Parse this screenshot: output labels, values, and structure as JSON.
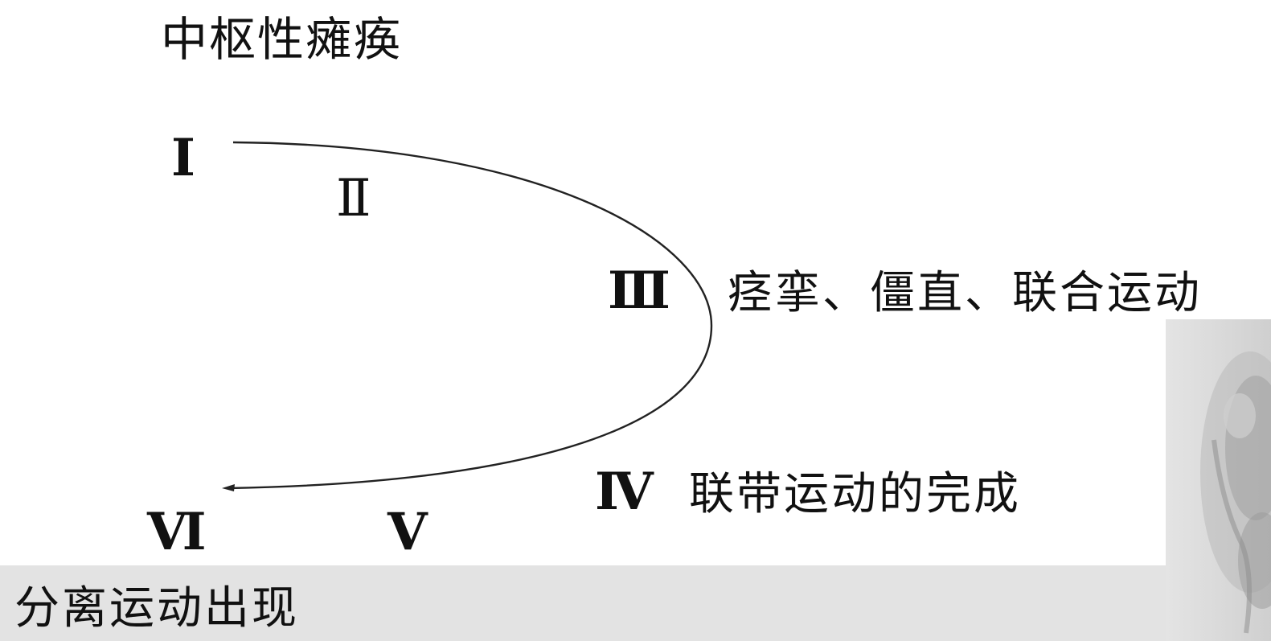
{
  "diagram": {
    "title": "中枢性瘫痪",
    "stages": [
      {
        "numeral": "Ⅰ",
        "note": ""
      },
      {
        "numeral": "Ⅱ",
        "note": ""
      },
      {
        "numeral": "Ⅲ",
        "note": "痉挛、僵直、联合运动"
      },
      {
        "numeral": "Ⅳ",
        "note": "联带运动的完成"
      },
      {
        "numeral": "Ⅴ",
        "note": ""
      },
      {
        "numeral": "Ⅵ",
        "note": "分离运动出现"
      }
    ]
  },
  "decoration": {
    "curve_color": "#222222",
    "band_color": "#e3e3e3"
  }
}
